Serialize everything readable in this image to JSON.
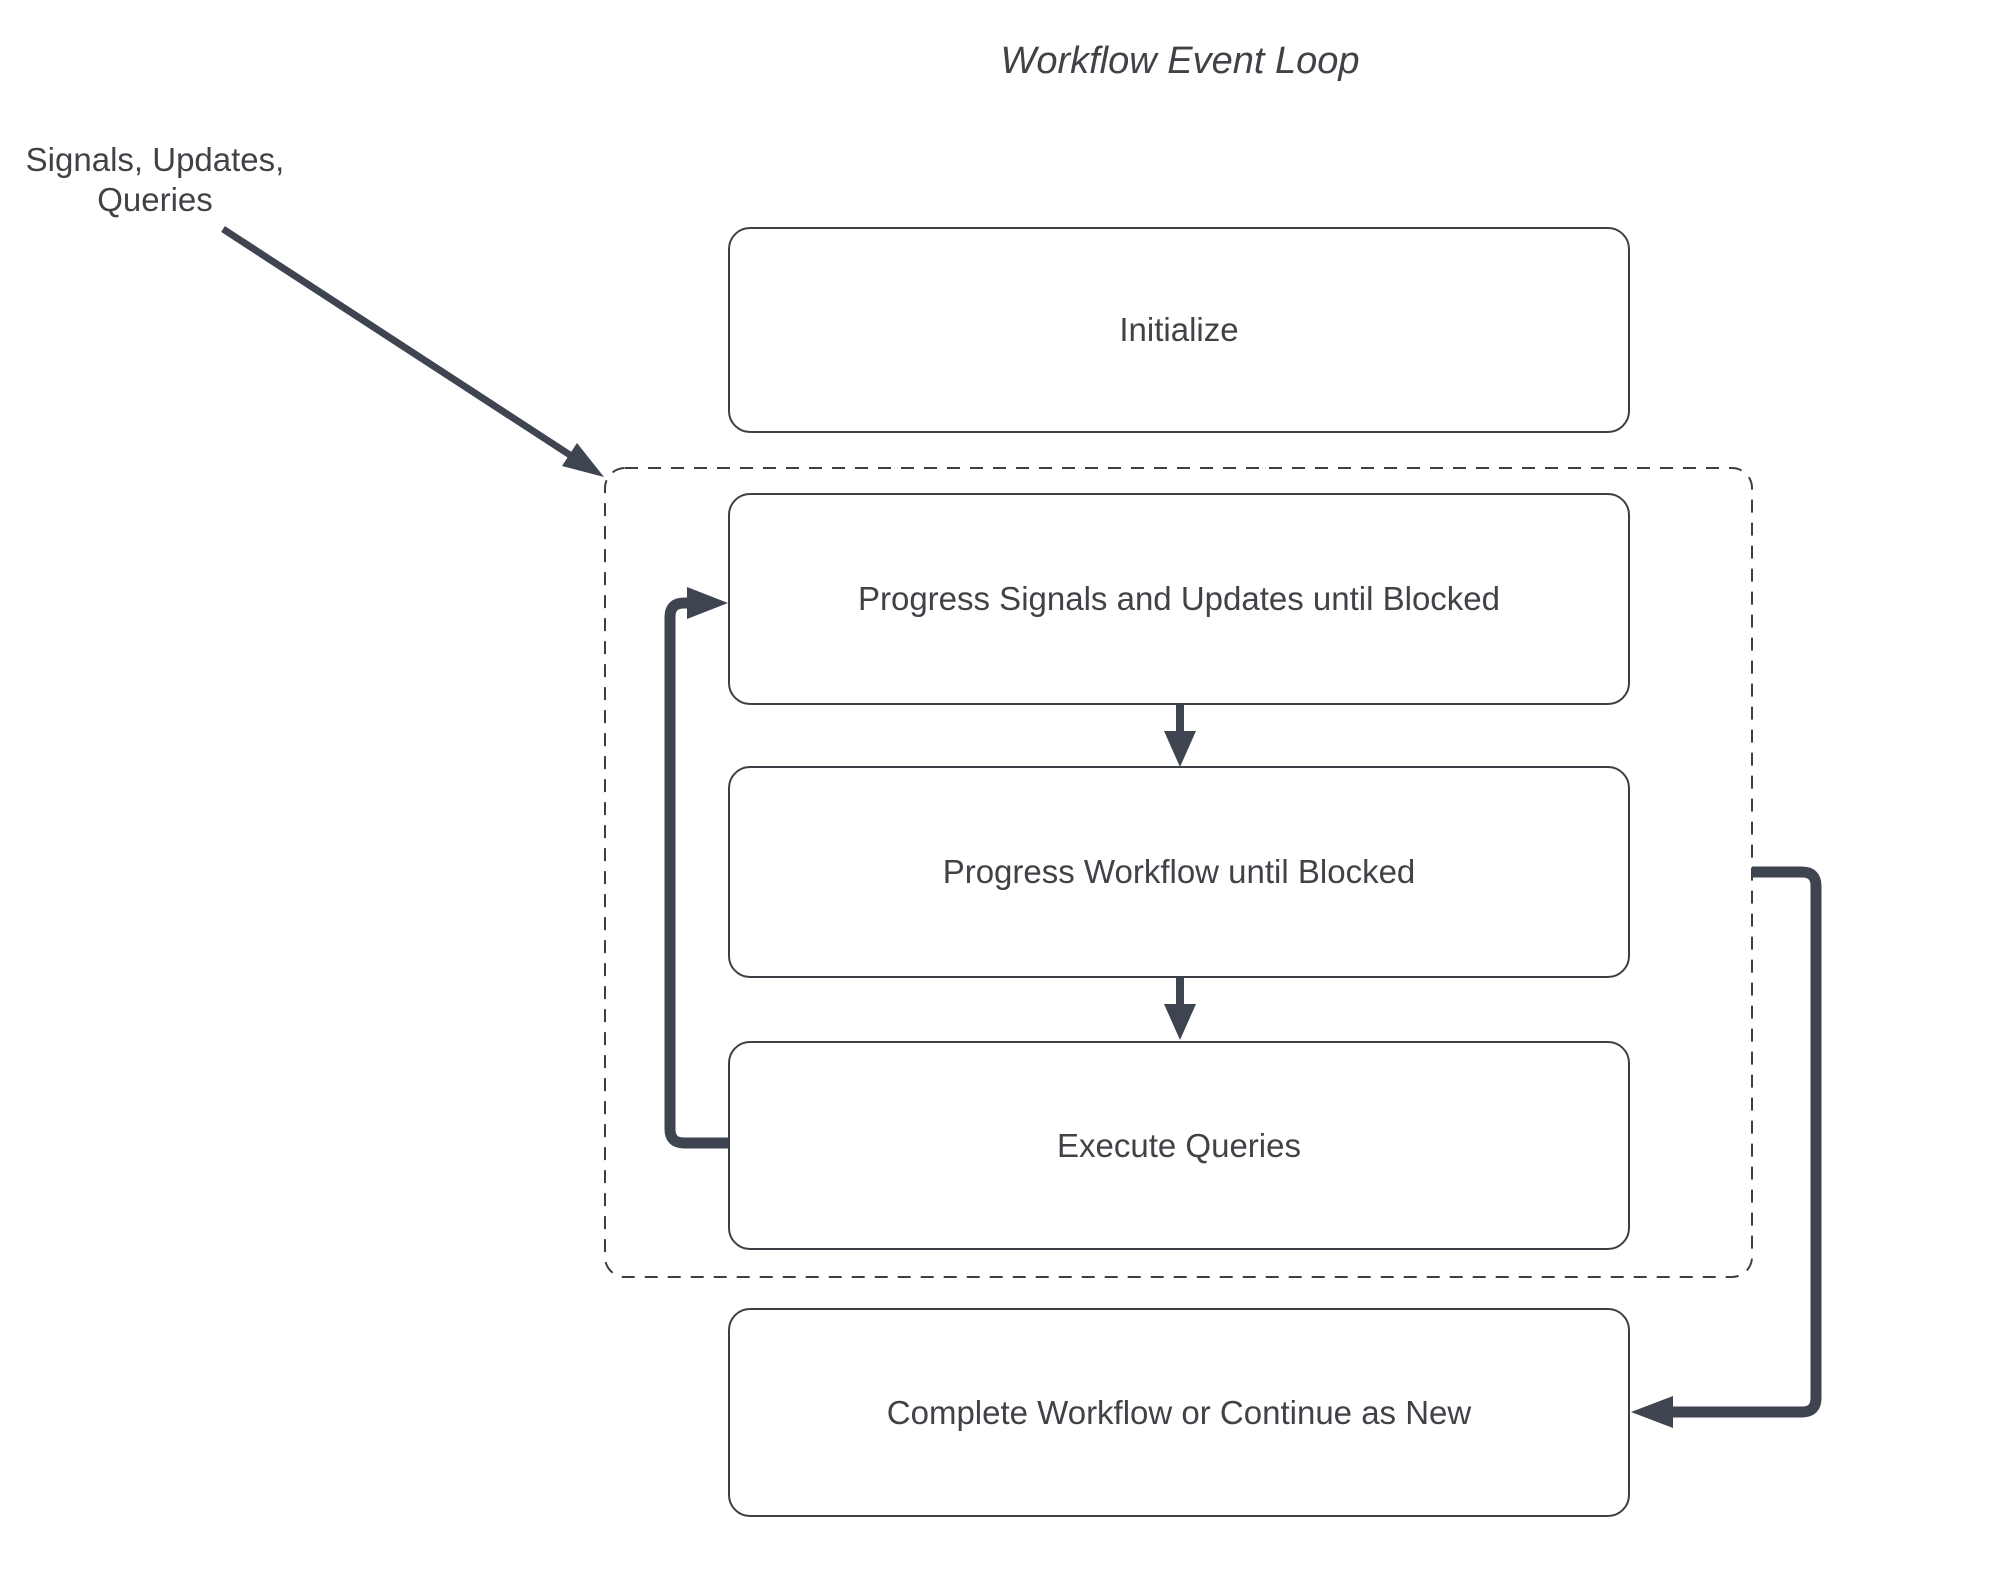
{
  "diagram": {
    "title": "Workflow Event Loop",
    "external_input_label": "Signals, Updates,\nQueries",
    "nodes": {
      "initialize": "Initialize",
      "progress_signals": "Progress Signals and Updates until Blocked",
      "progress_workflow": "Progress Workflow until Blocked",
      "execute_queries": "Execute Queries",
      "complete": "Complete Workflow or Continue as New"
    },
    "colors": {
      "connector": "#3e4450",
      "box_border": "#3c4046",
      "text": "#3f4347",
      "background": "#ffffff"
    }
  }
}
